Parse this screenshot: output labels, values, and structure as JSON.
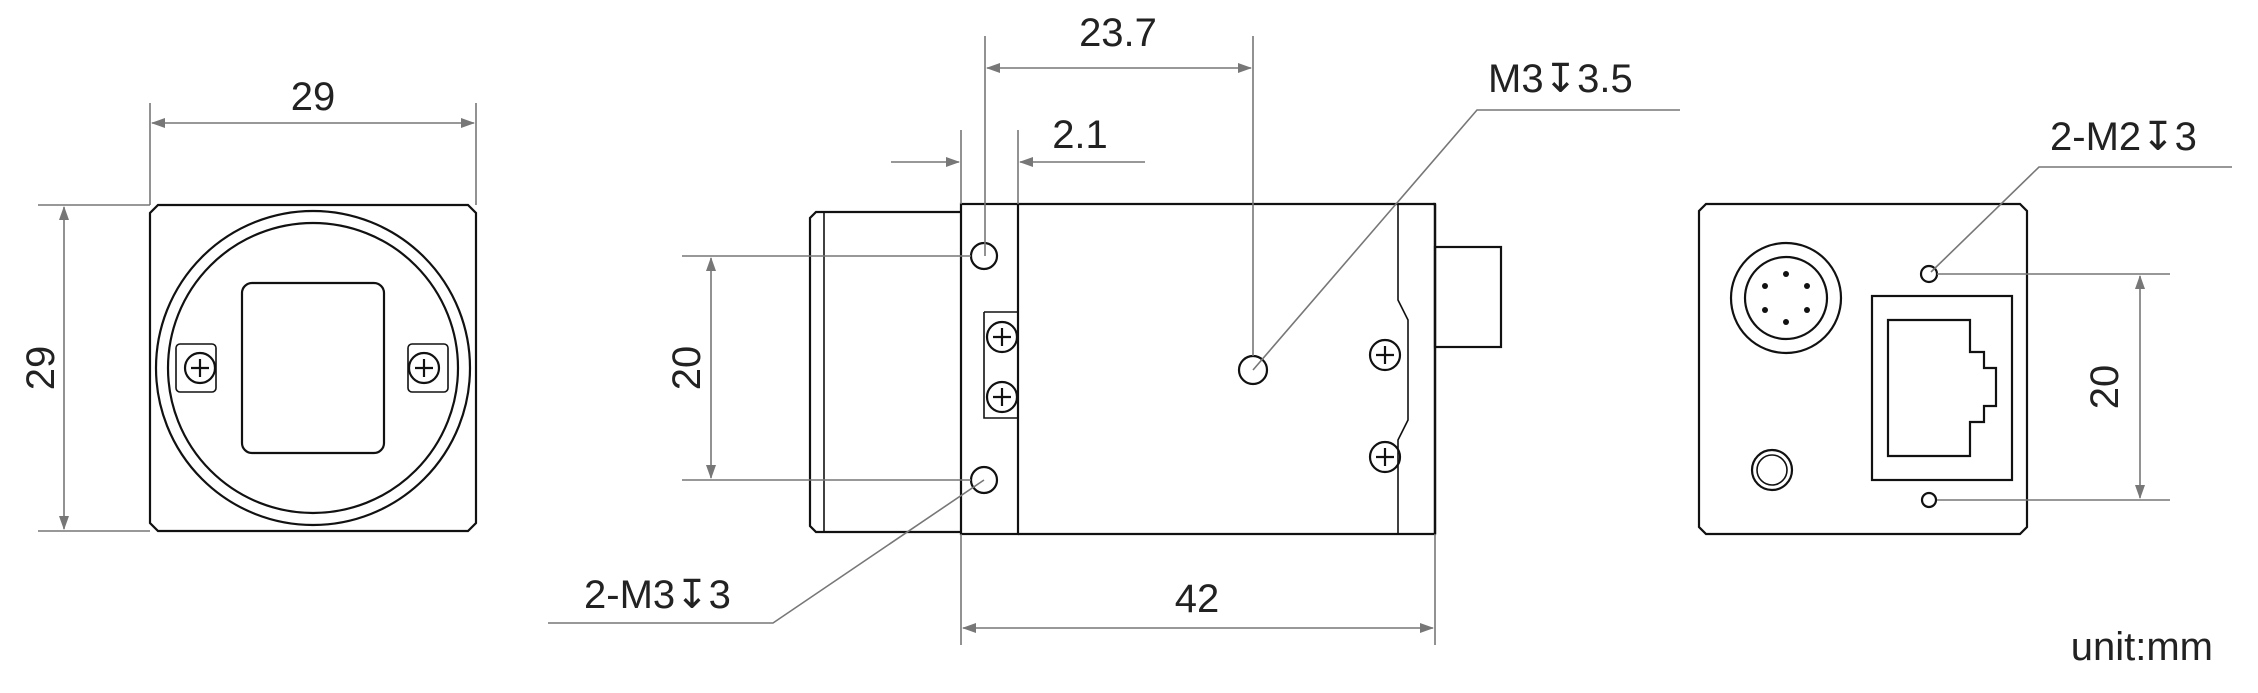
{
  "front_view": {
    "width_label": "29",
    "height_label": "29"
  },
  "side_view": {
    "offset_label": "23.7",
    "flange_label": "2.1",
    "height_label": "20",
    "length_label": "42",
    "top_hole_label": "M3↧3.5",
    "side_hole_label": "2-M3↧3"
  },
  "rear_view": {
    "hole_label": "2-M2↧3",
    "height_label": "20"
  },
  "unit_label": "unit:mm"
}
